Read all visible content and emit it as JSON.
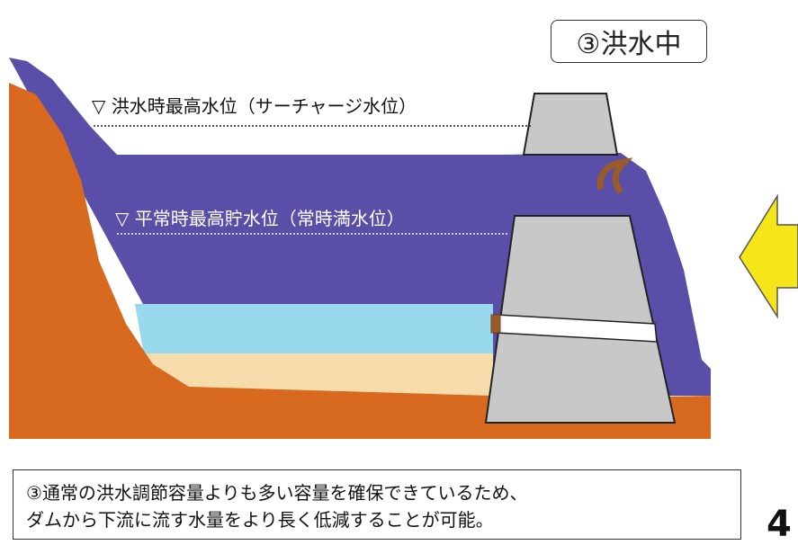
{
  "stage_label": "③洪水中",
  "levels": {
    "high_water": "▽ 洪水時最高水位（サーチャージ水位）",
    "normal_water": "▽ 平常時最高貯水位（常時満水位）"
  },
  "caption": {
    "line1": "③通常の洪水調節容量よりも多い容量を確保できているため、",
    "line2": "ダムから下流に流す水量をより長く低減することが可能。"
  },
  "page_number": "4",
  "colors": {
    "flood_water": "#5a4fa8",
    "normal_water": "#99d9ee",
    "sediment": "#f5dcaa",
    "ground": "#d86a20",
    "dam": "#c8c8c8",
    "arrow": "#f5e61a",
    "gate": "#9b5a2a"
  }
}
